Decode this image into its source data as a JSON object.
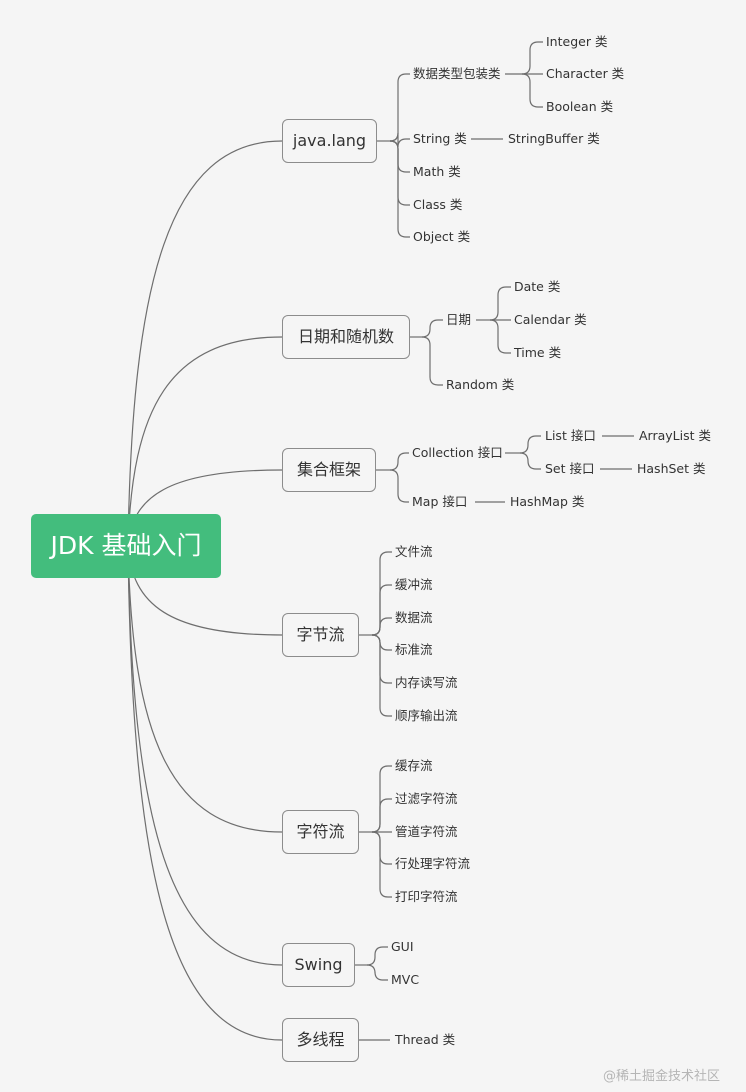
{
  "root": "JDK 基础入门",
  "branches": [
    {
      "label": "java.lang",
      "children": [
        {
          "label": "数据类型包装类",
          "children": [
            {
              "label": "Integer 类"
            },
            {
              "label": "Character 类"
            },
            {
              "label": "Boolean 类"
            }
          ]
        },
        {
          "label": "String 类",
          "children": [
            {
              "label": "StringBuffer 类"
            }
          ]
        },
        {
          "label": "Math 类"
        },
        {
          "label": "Class 类"
        },
        {
          "label": "Object 类"
        }
      ]
    },
    {
      "label": "日期和随机数",
      "children": [
        {
          "label": "日期",
          "children": [
            {
              "label": "Date 类"
            },
            {
              "label": "Calendar 类"
            },
            {
              "label": "Time 类"
            }
          ]
        },
        {
          "label": "Random 类"
        }
      ]
    },
    {
      "label": "集合框架",
      "children": [
        {
          "label": "Collection 接口",
          "children": [
            {
              "label": "List 接口",
              "children": [
                {
                  "label": "ArrayList 类"
                }
              ]
            },
            {
              "label": "Set 接口",
              "children": [
                {
                  "label": "HashSet 类"
                }
              ]
            }
          ]
        },
        {
          "label": "Map 接口",
          "children": [
            {
              "label": "HashMap 类"
            }
          ]
        }
      ]
    },
    {
      "label": "字节流",
      "children": [
        {
          "label": "文件流"
        },
        {
          "label": "缓冲流"
        },
        {
          "label": "数据流"
        },
        {
          "label": "标准流"
        },
        {
          "label": "内存读写流"
        },
        {
          "label": "顺序输出流"
        }
      ]
    },
    {
      "label": "字符流",
      "children": [
        {
          "label": "缓存流"
        },
        {
          "label": "过滤字符流"
        },
        {
          "label": "管道字符流"
        },
        {
          "label": "行处理字符流"
        },
        {
          "label": "打印字符流"
        }
      ]
    },
    {
      "label": "Swing",
      "children": [
        {
          "label": "GUI"
        },
        {
          "label": "MVC"
        }
      ]
    },
    {
      "label": "多线程",
      "children": [
        {
          "label": "Thread 类"
        }
      ]
    }
  ],
  "watermark": "@稀土掘金技术社区"
}
